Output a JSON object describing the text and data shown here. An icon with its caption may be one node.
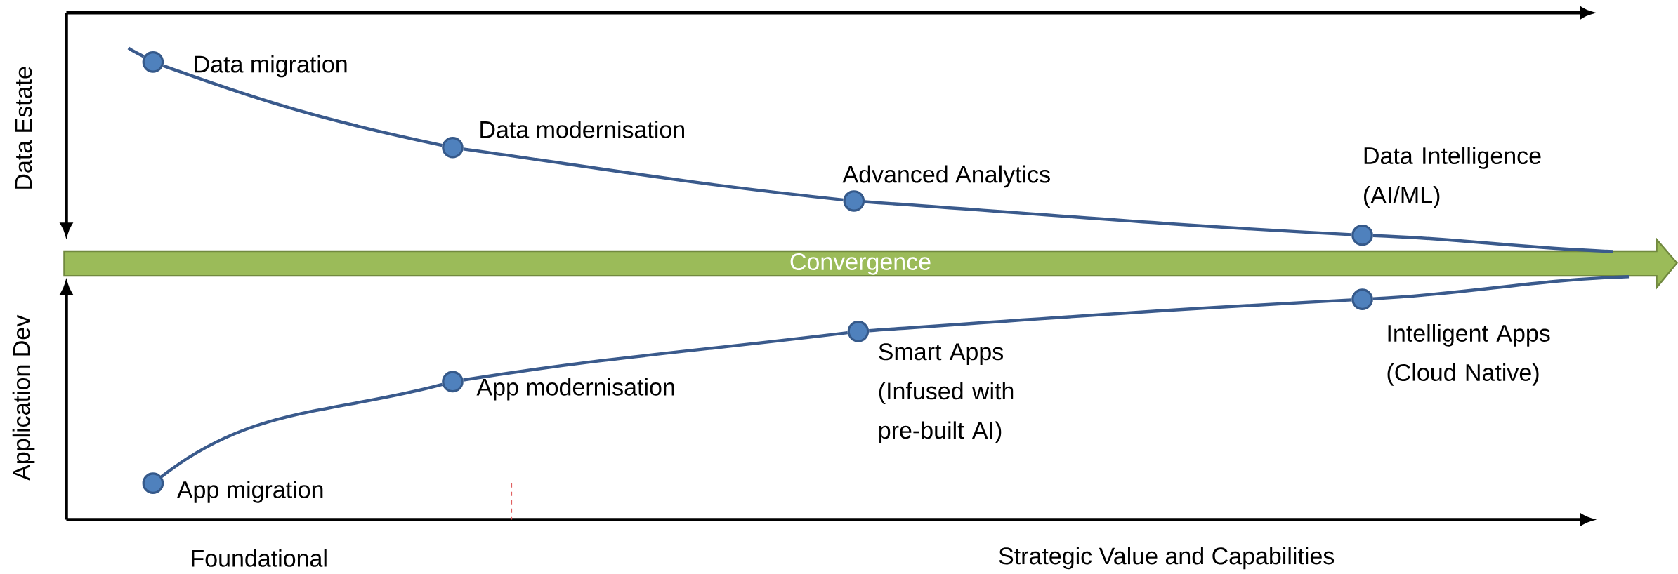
{
  "diagram": {
    "nodes": [
      {
        "text": [],
        "shape": "circle",
        "beside": [
          "Data migration"
        ]
      },
      {
        "text": [],
        "shape": "circle",
        "beside": [
          "Data modernisation"
        ]
      },
      {
        "text": [],
        "shape": "circle",
        "beside": [
          "Advanced Analytics"
        ]
      },
      {
        "text": [],
        "shape": "circle",
        "beside": [
          "Data Intelligence (AI/ML)"
        ]
      },
      {
        "text": [
          "Convergence"
        ]
      },
      {
        "text": [],
        "shape": "circle",
        "beside": [
          "App migration"
        ]
      },
      {
        "text": [],
        "shape": "circle",
        "beside": [
          "App modernisation"
        ]
      },
      {
        "text": [],
        "shape": "circle",
        "beside": [
          "Smart Apps (Infused with pre-built AI)"
        ]
      },
      {
        "text": [],
        "shape": "circle",
        "beside": [
          "Intelligent Apps (Cloud Native)"
        ]
      }
    ],
    "edges": [
      {
        "from": null,
        "to": 0,
        "arrow": "none"
      },
      {
        "from": 0,
        "to": 1,
        "arrow": "none"
      },
      {
        "from": 1,
        "to": 2,
        "arrow": "none"
      },
      {
        "from": 2,
        "to": 3,
        "arrow": "none"
      },
      {
        "from": 3,
        "to": 4,
        "arrow": "none"
      },
      {
        "from": 5,
        "to": 6,
        "arrow": "none"
      },
      {
        "from": 6,
        "to": 7,
        "arrow": "none"
      },
      {
        "from": 7,
        "to": 8,
        "arrow": "none"
      },
      {
        "from": 8,
        "to": 4,
        "arrow": "none"
      }
    ],
    "labels": [
      "Data Estate",
      "Application Dev",
      "Foundational",
      "Strategic Value and Capabilities"
    ]
  }
}
